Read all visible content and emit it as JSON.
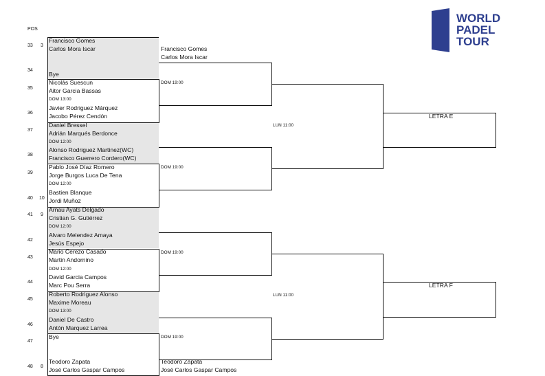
{
  "header": {
    "pos_label": "POS"
  },
  "logo": {
    "lines": [
      "WORLD",
      "PADEL",
      "TOUR"
    ],
    "color": "#2e3f8f"
  },
  "positions": [
    {
      "num": "33",
      "seed": "3"
    },
    {
      "num": "34",
      "seed": ""
    },
    {
      "num": "35",
      "seed": ""
    },
    {
      "num": "36",
      "seed": ""
    },
    {
      "num": "37",
      "seed": ""
    },
    {
      "num": "38",
      "seed": ""
    },
    {
      "num": "39",
      "seed": ""
    },
    {
      "num": "40",
      "seed": "10"
    },
    {
      "num": "41",
      "seed": "9"
    },
    {
      "num": "42",
      "seed": ""
    },
    {
      "num": "43",
      "seed": ""
    },
    {
      "num": "44",
      "seed": ""
    },
    {
      "num": "45",
      "seed": ""
    },
    {
      "num": "46",
      "seed": ""
    },
    {
      "num": "47",
      "seed": ""
    },
    {
      "num": "48",
      "seed": "8"
    }
  ],
  "round1": [
    {
      "p1": "Francisco Gomes",
      "p2": "Carlos Mora Iscar"
    },
    {
      "p1": "",
      "p2": "Bye"
    },
    {
      "p1": "Nicolás Suescun",
      "p2": "Aitor Garcia Bassas"
    },
    {
      "p1": "Javier Rodriguez Márquez",
      "p2": "Jacobo Pérez Cendón"
    },
    {
      "p1": "Daniel Bressel",
      "p2": "Adrián Marqués Berdonce"
    },
    {
      "p1": "Alonso  Rodriguez  Martinez(WC)",
      "p2": "Francisco  Guerrero  Cordero(WC)"
    },
    {
      "p1": "Pablo José Díaz Romero",
      "p2": "Jorge  Burgos Luca De Tena"
    },
    {
      "p1": "Bastien Blanque",
      "p2": "Jordi Muñoz"
    },
    {
      "p1": "Arnau Ayats Delgado",
      "p2": "Cristian G. Gutiérrez"
    },
    {
      "p1": "Alvaro Melendez Amaya",
      "p2": "Jesús Espejo"
    },
    {
      "p1": "Mario Cerezo Casado",
      "p2": "Martin Andornino"
    },
    {
      "p1": "David Garcia Campos",
      "p2": "Marc Pou Serra"
    },
    {
      "p1": "Roberto Rodriguez Alonso",
      "p2": "Maxime Moreau"
    },
    {
      "p1": "Daniel De Castro",
      "p2": "Antón Marquez Larrea"
    },
    {
      "p1": "Bye",
      "p2": ""
    },
    {
      "p1": "Teodoro Zapata",
      "p2": "José Carlos Gaspar Campos"
    }
  ],
  "round1_times": [
    "",
    "DOM 13:00",
    "DOM 12:00",
    "DOM 12:00",
    "DOM 12:00",
    "DOM 12:00",
    "DOM 13:00",
    ""
  ],
  "round2": [
    {
      "p1": "Francisco Gomes",
      "p2": "Carlos Mora Iscar",
      "time": ""
    },
    {
      "p1": "",
      "p2": "",
      "time": "DOM 19:00"
    },
    {
      "p1": "",
      "p2": "",
      "time": "DOM 19:00"
    },
    {
      "p1": "",
      "p2": "",
      "time": ""
    },
    {
      "p1": "",
      "p2": "",
      "time": ""
    },
    {
      "p1": "",
      "p2": "",
      "time": "DOM 19:00"
    },
    {
      "p1": "",
      "p2": "",
      "time": "DOM 19:00"
    },
    {
      "p1": "Teodoro Zapata",
      "p2": "José Carlos Gaspar Campos",
      "time": ""
    }
  ],
  "round3_times": [
    "LUN 11:00",
    "LUN 11:00"
  ],
  "finals": [
    "LETRA E",
    "LETRA F"
  ]
}
